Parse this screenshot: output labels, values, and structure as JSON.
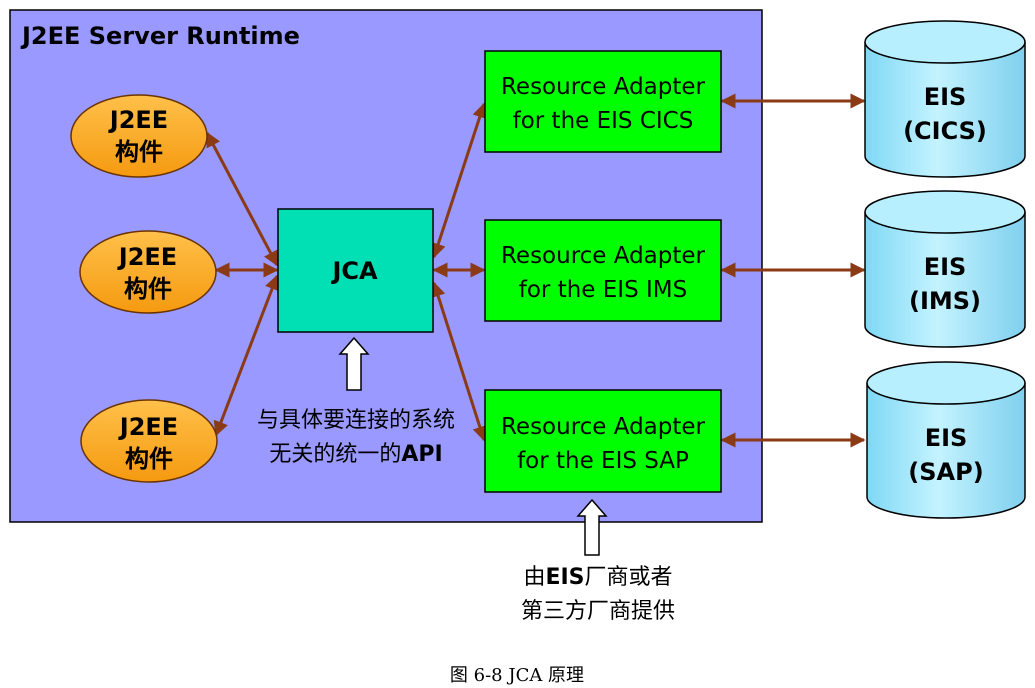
{
  "runtime": {
    "title": "J2EE Server Runtime"
  },
  "components": [
    {
      "line1": "J2EE",
      "line2": "构件"
    },
    {
      "line1": "J2EE",
      "line2": "构件"
    },
    {
      "line1": "J2EE",
      "line2": "构件"
    }
  ],
  "jca": {
    "label": "JCA"
  },
  "jca_note": {
    "line1": "与具体要连接的系统",
    "line2_prefix": "无关的统一的",
    "line2_bold": "API"
  },
  "adapters": [
    {
      "line1": "Resource Adapter",
      "line2": "for the EIS CICS"
    },
    {
      "line1": "Resource Adapter",
      "line2": "for the EIS IMS"
    },
    {
      "line1": "Resource Adapter",
      "line2": "for the EIS SAP"
    }
  ],
  "eis": [
    {
      "line1": "EIS",
      "line2": "(CICS)"
    },
    {
      "line1": "EIS",
      "line2": "(IMS)"
    },
    {
      "line1": "EIS",
      "line2": "(SAP)"
    }
  ],
  "vendor_note": {
    "line1_prefix": "由",
    "line1_bold": "EIS",
    "line1_suffix": "厂商或者",
    "line2": "第三方厂商提供"
  },
  "caption": "图 6-8 JCA 原理",
  "colors": {
    "runtime_bg": "#9999ff",
    "component_fill": "#ffa81e",
    "jca_fill": "#00e0b4",
    "adapter_fill": "#00ff00",
    "eis_fill": "#a8ecff",
    "arrow": "#8b3a16"
  }
}
